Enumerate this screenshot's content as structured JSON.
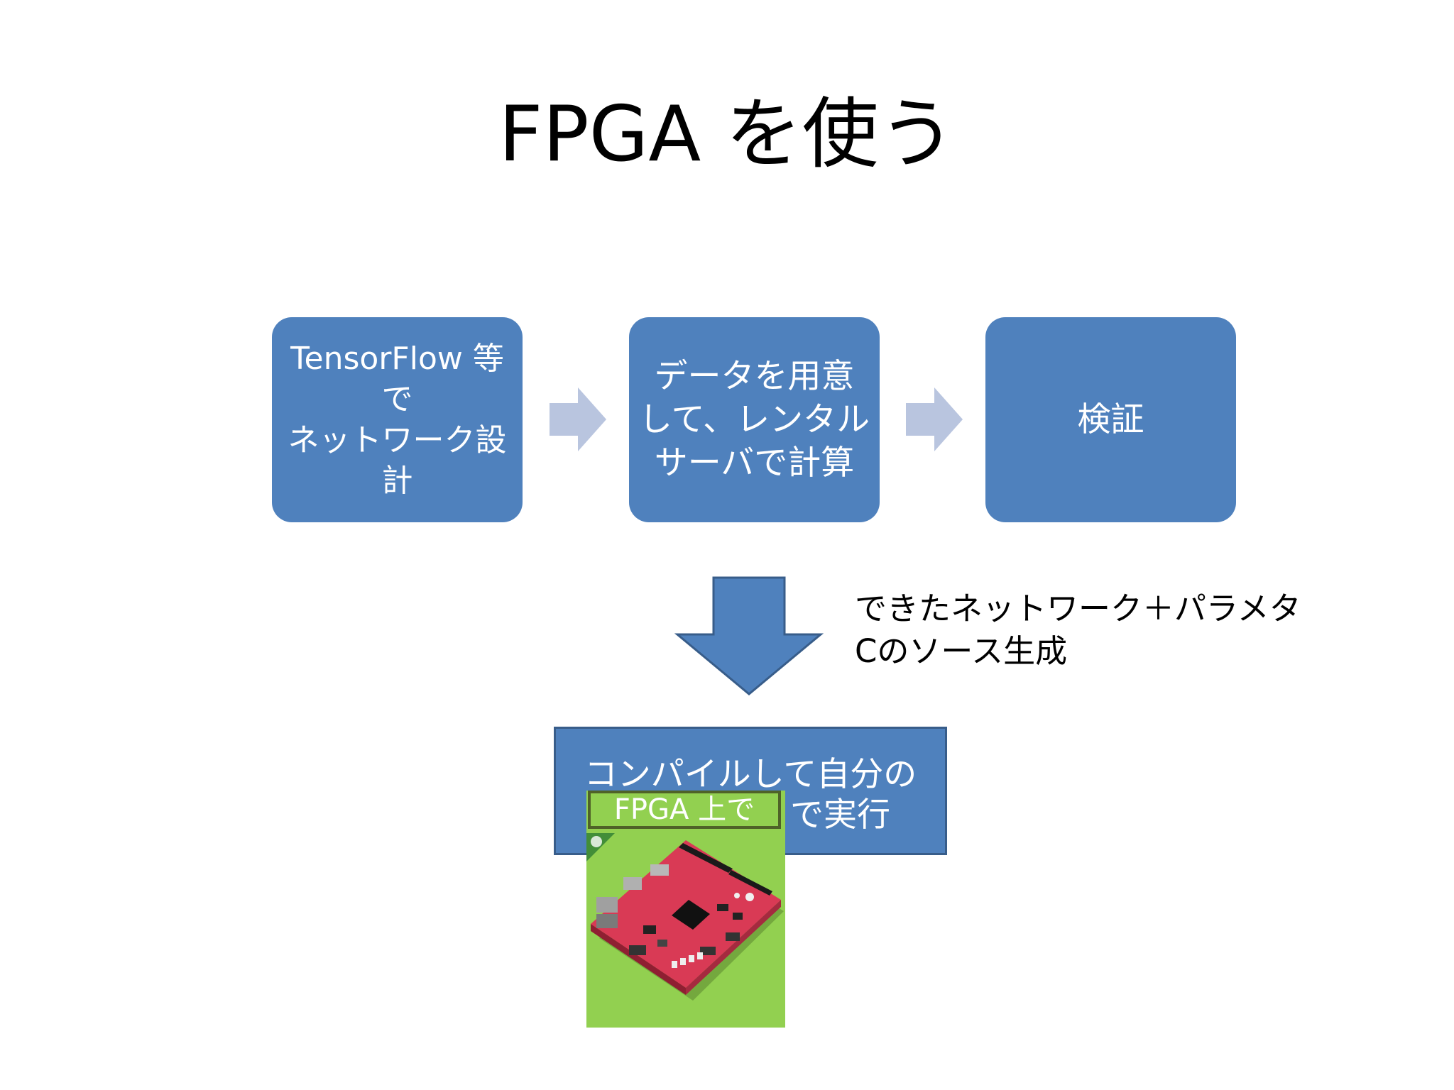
{
  "slide": {
    "title": "FPGA を使う"
  },
  "flow": {
    "step1": {
      "lines": [
        "TensorFlow 等",
        "で",
        "ネットワーク設",
        "計"
      ]
    },
    "step2": {
      "lines": [
        "データを用意",
        "して、レンタル",
        "サーバで計算"
      ]
    },
    "step3": {
      "lines": [
        "検証"
      ]
    }
  },
  "note": {
    "lines": [
      "できたネットワーク＋パラメタ",
      "Cのソース生成"
    ]
  },
  "bottom": {
    "line1": "コンパイルして自分の",
    "line2": "で実行",
    "photo_label": "FPGA 上で"
  },
  "colors": {
    "box_fill": "#4f81bd",
    "arrow_fill": "#b9c5df",
    "photo_bg": "#92d050"
  }
}
